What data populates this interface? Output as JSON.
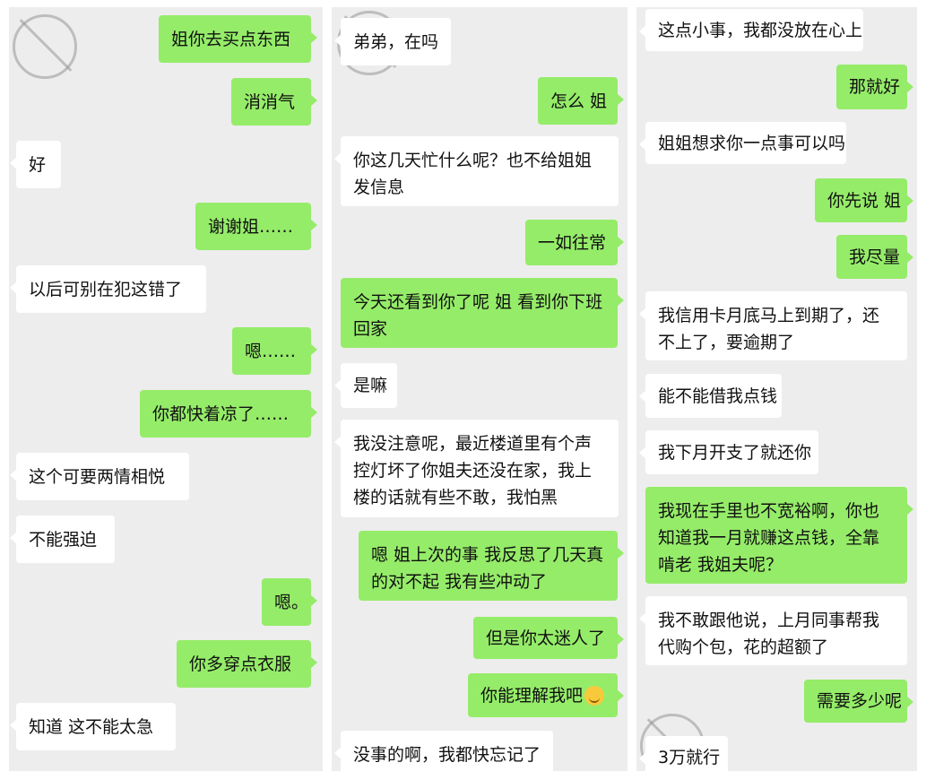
{
  "colors": {
    "outgoing": "#95ec69",
    "incoming": "#ffffff",
    "background": "#ededed"
  },
  "panels": [
    {
      "messages": [
        {
          "side": "out",
          "text": "姐你去买点东西"
        },
        {
          "side": "out",
          "text": "消消气"
        },
        {
          "side": "in",
          "text": "好"
        },
        {
          "side": "out",
          "text": "谢谢姐……"
        },
        {
          "side": "in",
          "text": "以后可别在犯这错了"
        },
        {
          "side": "out",
          "text": "嗯……"
        },
        {
          "side": "out",
          "text": "你都快着凉了……"
        },
        {
          "side": "in",
          "text": "这个可要两情相悦"
        },
        {
          "side": "in",
          "text": "不能强迫"
        },
        {
          "side": "out",
          "text": "嗯。"
        },
        {
          "side": "out",
          "text": "你多穿点衣服"
        },
        {
          "side": "in",
          "text": "知道 这不能太急"
        }
      ]
    },
    {
      "messages": [
        {
          "side": "in",
          "text": "弟弟，在吗"
        },
        {
          "side": "out",
          "text": "怎么 姐"
        },
        {
          "side": "in",
          "text": "你这几天忙什么呢？也不给姐姐发信息"
        },
        {
          "side": "out",
          "text": "一如往常"
        },
        {
          "side": "out",
          "text": "今天还看到你了呢 姐 看到你下班回家"
        },
        {
          "side": "in",
          "text": "是嘛"
        },
        {
          "side": "in",
          "text": "我没注意呢，最近楼道里有个声控灯坏了你姐夫还没在家，我上楼的话就有些不敢，我怕黑"
        },
        {
          "side": "out",
          "text": "嗯  姐上次的事 我反思了几天真的对不起  我有些冲动了"
        },
        {
          "side": "out",
          "text": "但是你太迷人了"
        },
        {
          "side": "out",
          "text": "你能理解我吧",
          "emoji": "blushing-smile-icon"
        },
        {
          "side": "in",
          "text": "没事的啊，我都快忘记了"
        }
      ]
    },
    {
      "messages": [
        {
          "side": "in",
          "text": "这点小事，我都没放在心上"
        },
        {
          "side": "out",
          "text": "那就好"
        },
        {
          "side": "in",
          "text": "姐姐想求你一点事可以吗"
        },
        {
          "side": "out",
          "text": "你先说 姐"
        },
        {
          "side": "out",
          "text": "我尽量"
        },
        {
          "side": "in",
          "text": "我信用卡月底马上到期了，还不上了，要逾期了"
        },
        {
          "side": "in",
          "text": "能不能借我点钱"
        },
        {
          "side": "in",
          "text": "我下月开支了就还你"
        },
        {
          "side": "out",
          "text": "我现在手里也不宽裕啊，你也知道我一月就赚这点钱，全靠啃老 我姐夫呢？"
        },
        {
          "side": "in",
          "text": "我不敢跟他说，上月同事帮我代购个包，花的超额了"
        },
        {
          "side": "out",
          "text": "需要多少呢"
        },
        {
          "side": "in",
          "text": "3万就行"
        }
      ]
    }
  ]
}
